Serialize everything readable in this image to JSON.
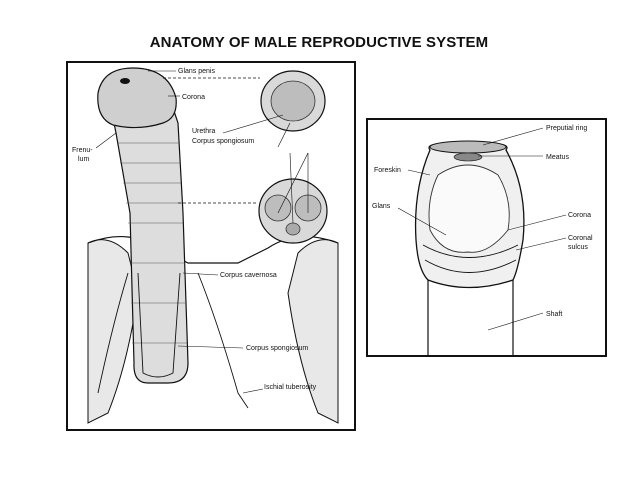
{
  "title": "ANATOMY OF MALE REPRODUCTIVE SYSTEM",
  "left_figure": {
    "labels": {
      "glans_penis": "Glans penis",
      "corona": "Corona",
      "frenulum_line1": "Frenu-",
      "frenulum_line2": "lum",
      "urethra": "Urethra",
      "corpus_spongiosum_top": "Corpus spongiosum",
      "corpus_cavernosa": "Corpus cavernosa",
      "corpus_spongiosum_bottom": "Corpus spongiosum",
      "ischial_tuberosity": "Ischial tuberosity"
    }
  },
  "right_figure": {
    "labels": {
      "preputial_ring": "Preputial ring",
      "foreskin": "Foreskin",
      "meatus": "Meatus",
      "glans": "Glans",
      "corona": "Corona",
      "coronal_line1": "Coronal",
      "coronal_line2": "sulcus",
      "shaft": "Shaft"
    }
  },
  "colors": {
    "ink": "#111111",
    "background": "#ffffff"
  }
}
